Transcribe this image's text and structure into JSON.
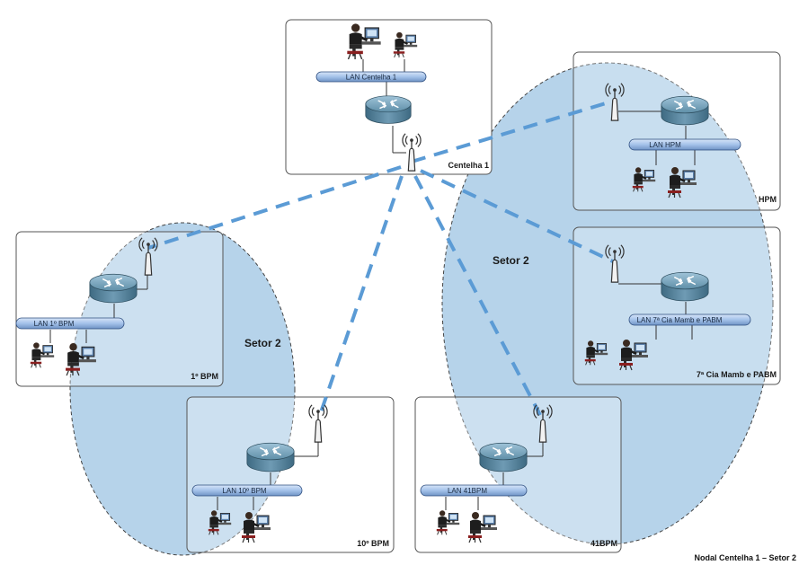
{
  "diagram": {
    "title": "Nodal Centelha 1 – Setor 2",
    "sectors": [
      {
        "id": "sector-left",
        "label": "Setor 2"
      },
      {
        "id": "sector-right",
        "label": "Setor 2"
      }
    ],
    "sites": [
      {
        "id": "centelha",
        "caption": "Centelha 1",
        "lan": "LAN Centelha 1"
      },
      {
        "id": "hpm",
        "caption": "HPM",
        "lan": "LAN HPM"
      },
      {
        "id": "bpm1",
        "caption": "1º BPM",
        "lan": "LAN 1º BPM"
      },
      {
        "id": "cia",
        "caption": "7ª Cia Mamb e PABM",
        "lan": "LAN 7ª Cia Mamb e PABM"
      },
      {
        "id": "bpm10",
        "caption": "10º BPM",
        "lan": "LAN 10º BPM"
      },
      {
        "id": "bpm41",
        "caption": "41BPM",
        "lan": "LAN 41BPM"
      }
    ],
    "links": [
      {
        "from": "centelha",
        "to": "hpm"
      },
      {
        "from": "centelha",
        "to": "bpm1"
      },
      {
        "from": "centelha",
        "to": "cia"
      },
      {
        "from": "centelha",
        "to": "bpm10"
      },
      {
        "from": "centelha",
        "to": "bpm41"
      }
    ],
    "colors": {
      "sector_fill": "#a9cbe6",
      "link": "#5b9bd5",
      "lan_bar": "#a4c2ea",
      "router": "#5f8fa8"
    }
  }
}
